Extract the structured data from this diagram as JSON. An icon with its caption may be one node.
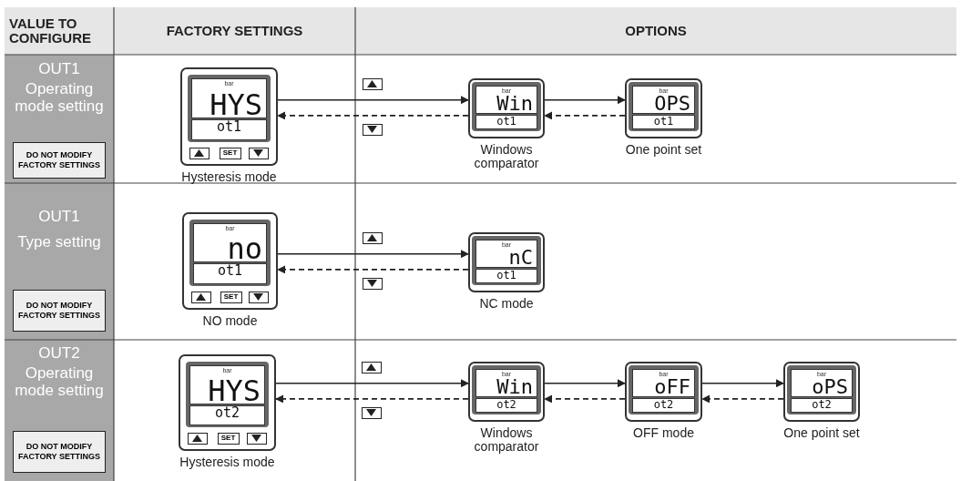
{
  "diagram": {
    "nodes": [
      {
        "text": [
          "bar",
          "HYS",
          "ot1",
          "SET"
        ],
        "beside": [
          "Hysteresis mode"
        ]
      },
      {
        "text": [
          "bar",
          "Win",
          "ot1"
        ],
        "beside": [
          "Windows comparator"
        ]
      },
      {
        "text": [
          "bar",
          "OPS",
          "ot1"
        ],
        "beside": [
          "One point set"
        ]
      },
      {
        "text": [
          "bar",
          "no",
          "ot1",
          "SET"
        ],
        "beside": [
          "NO mode"
        ]
      },
      {
        "text": [
          "bar",
          "nC",
          "ot1"
        ],
        "beside": [
          "NC mode"
        ]
      },
      {
        "text": [
          "bar",
          "HYS",
          "ot2",
          "SET"
        ],
        "beside": [
          "Hysteresis mode"
        ]
      },
      {
        "text": [
          "bar",
          "Win",
          "ot2"
        ],
        "beside": [
          "Windows comparator"
        ]
      },
      {
        "text": [
          "bar",
          "oFF",
          "ot2"
        ],
        "beside": [
          "OFF mode"
        ]
      },
      {
        "text": [
          "bar",
          "oPS",
          "ot2"
        ],
        "beside": [
          "One point set"
        ]
      }
    ],
    "edges": [
      {
        "from": 0,
        "to": 1,
        "arrow": "to"
      },
      {
        "from": 1,
        "to": 0,
        "arrow": "to",
        "style": "dashed"
      },
      {
        "from": 1,
        "to": 2,
        "arrow": "to"
      },
      {
        "from": 2,
        "to": 1,
        "arrow": "to",
        "style": "dashed"
      },
      {
        "from": 3,
        "to": 4,
        "arrow": "to"
      },
      {
        "from": 4,
        "to": 3,
        "arrow": "to",
        "style": "dashed"
      },
      {
        "from": 5,
        "to": 6,
        "arrow": "to"
      },
      {
        "from": 6,
        "to": 5,
        "arrow": "to",
        "style": "dashed"
      },
      {
        "from": 6,
        "to": 7,
        "arrow": "to"
      },
      {
        "from": 7,
        "to": 6,
        "arrow": "to",
        "style": "dashed"
      },
      {
        "from": 7,
        "to": 8,
        "arrow": "to"
      },
      {
        "from": 8,
        "to": 7,
        "arrow": "to",
        "style": "dashed"
      }
    ],
    "labels": [
      "VALUE TO CONFIGURE",
      "FACTORY SETTINGS",
      "OPTIONS",
      "OUT1",
      "Operating mode setting",
      "DO NOT MODIFY FACTORY SETTINGS",
      "OUT1",
      "Type setting",
      "DO NOT MODIFY FACTORY SETTINGS",
      "OUT2",
      "Operating mode setting",
      "DO NOT MODIFY FACTORY SETTINGS"
    ]
  }
}
